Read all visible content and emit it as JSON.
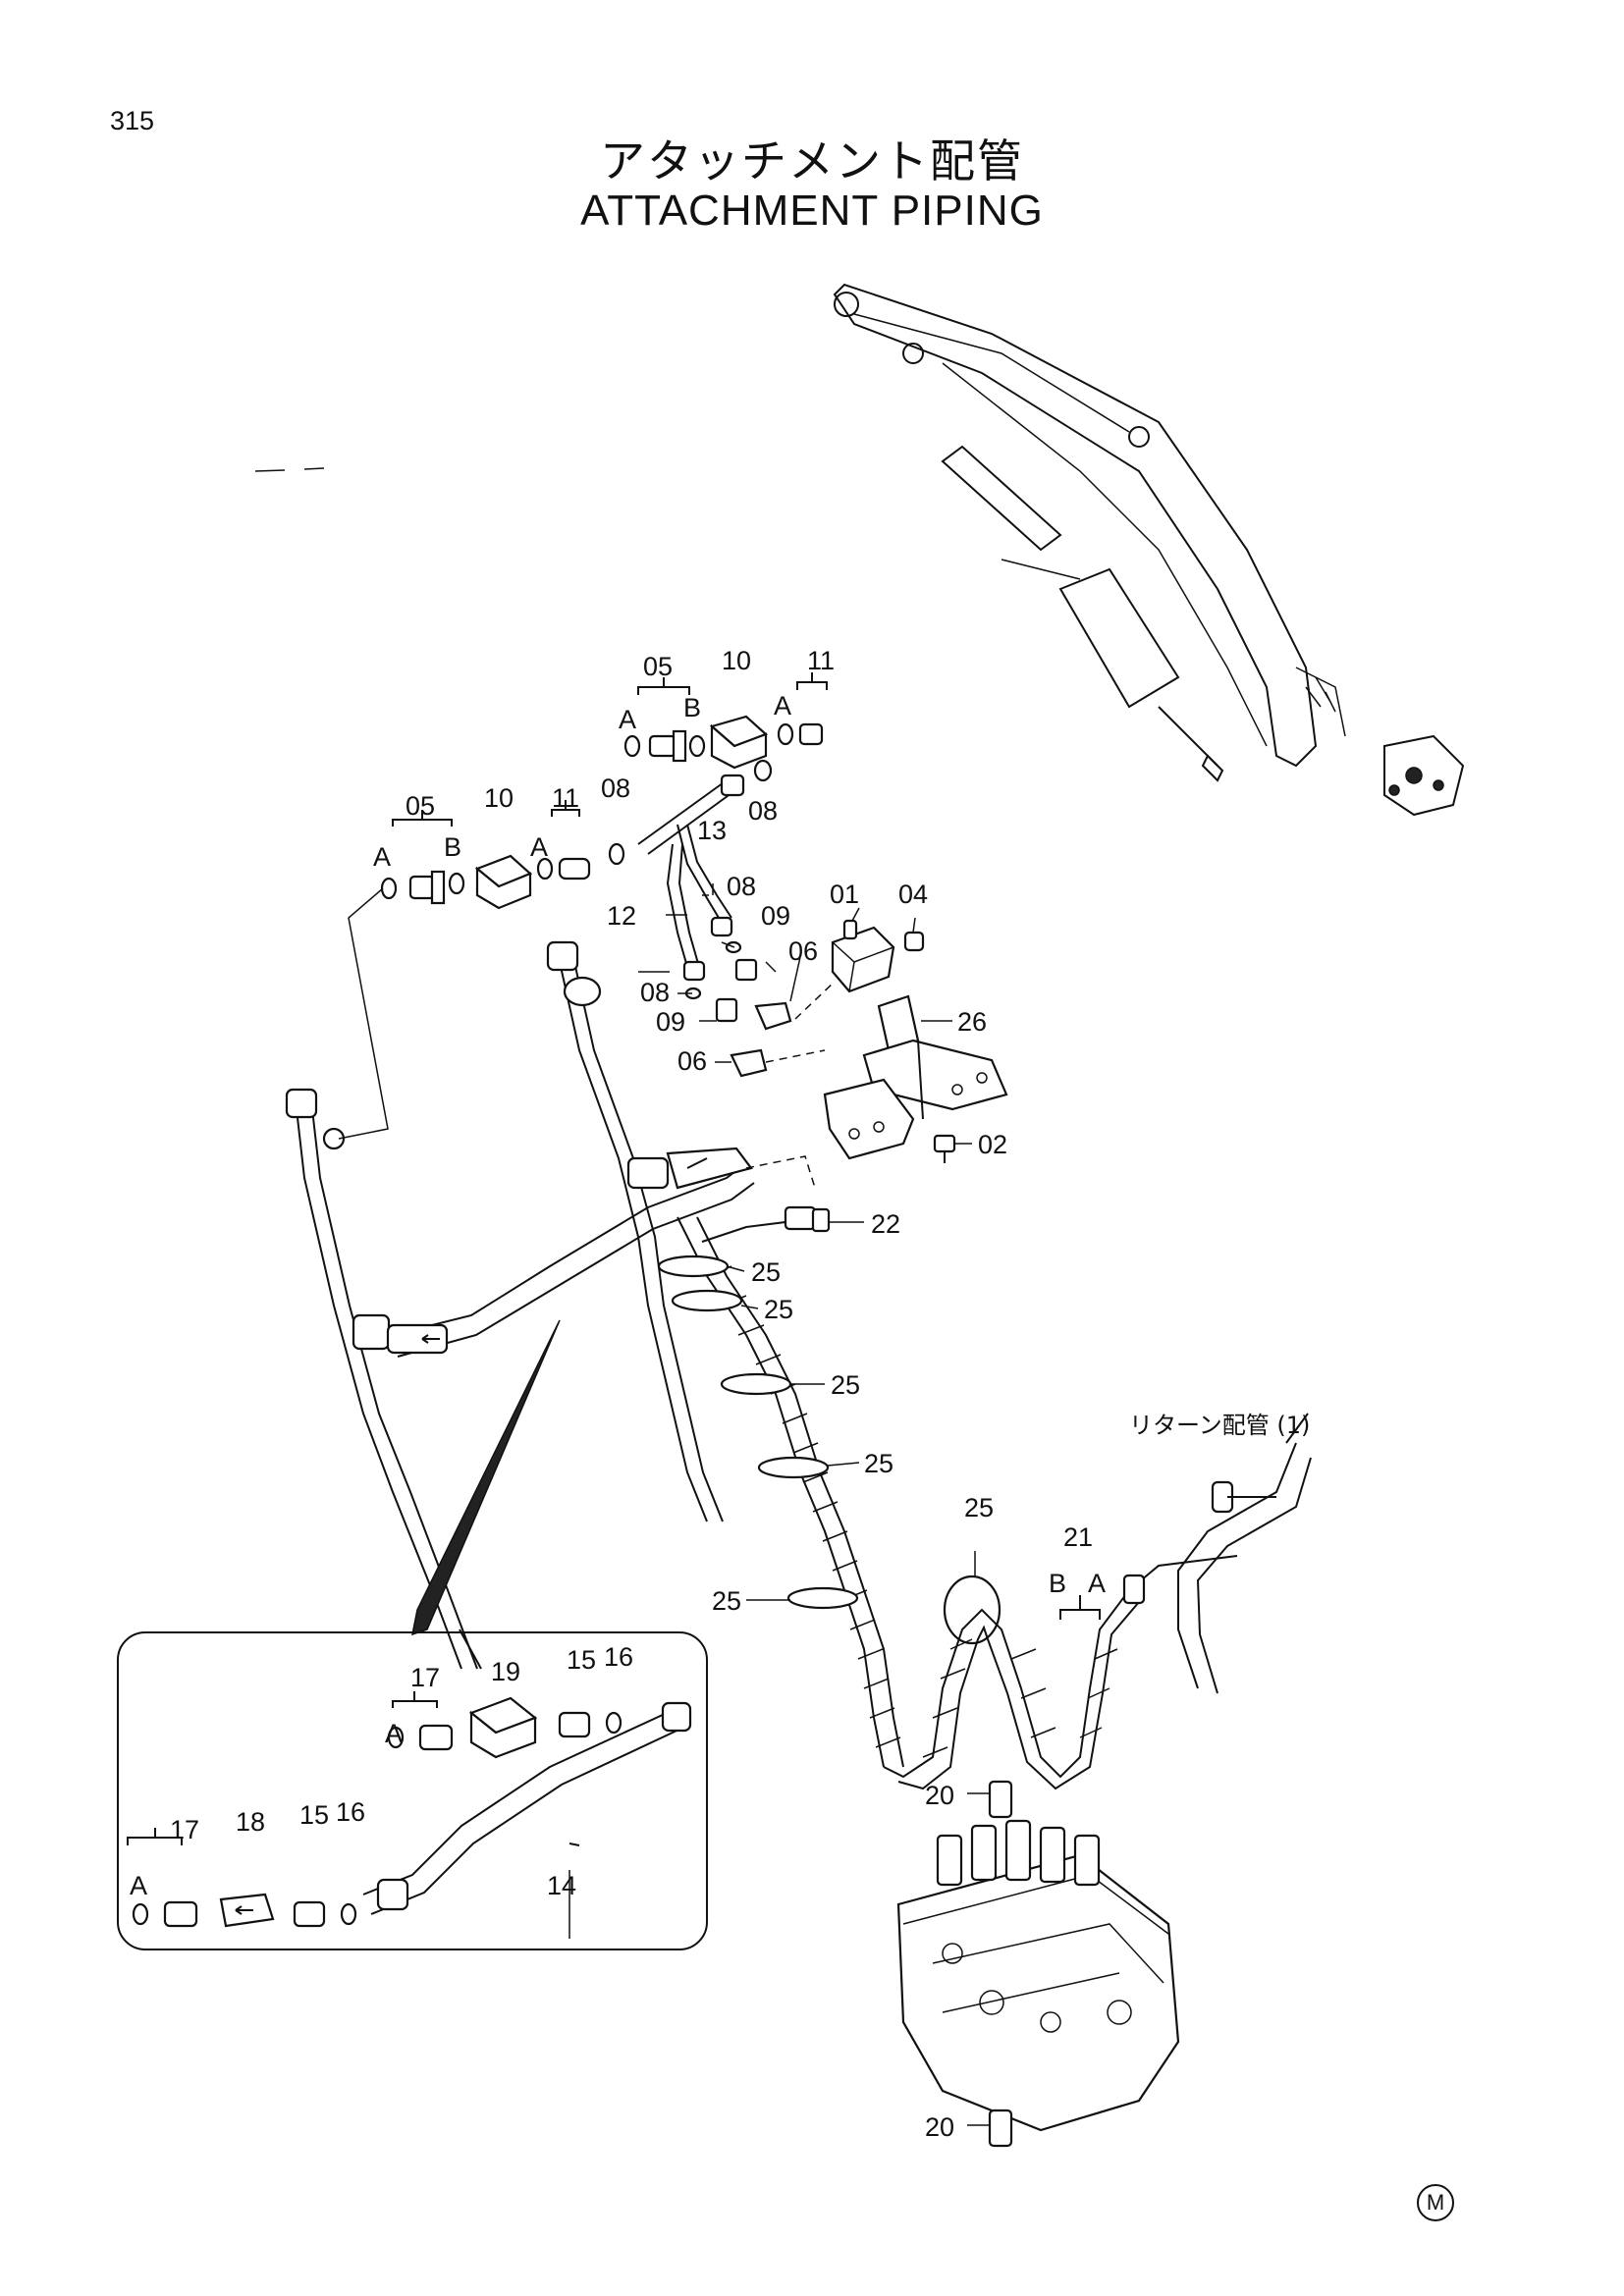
{
  "page_number": "315",
  "title_jp": "アタッチメント配管",
  "title_en": "ATTACHMENT PIPING",
  "return_piping_label": "リターン配管 (1)",
  "mark": "M",
  "callouts": {
    "c01": "01",
    "c02": "02",
    "c04": "04",
    "c05a": "05",
    "c05b": "05",
    "c06a": "06",
    "c06b": "06",
    "c08a": "08",
    "c08b": "08",
    "c08c": "08",
    "c08d": "08",
    "c09a": "09",
    "c09b": "09",
    "c10a": "10",
    "c10b": "10",
    "c11a": "11",
    "c11b": "11",
    "c12": "12",
    "c13": "13",
    "c14": "14",
    "c15a": "15",
    "c15b": "15",
    "c16a": "16",
    "c16b": "16",
    "c17a": "17",
    "c17b": "17",
    "c18": "18",
    "c19": "19",
    "c20a": "20",
    "c20b": "20",
    "c21": "21",
    "c22": "22",
    "c25a": "25",
    "c25b": "25",
    "c25c": "25",
    "c25d": "25",
    "c25e": "25",
    "c25f": "25",
    "c26": "26",
    "a1": "A",
    "a2": "A",
    "a3": "A",
    "a4": "A",
    "a5": "A",
    "a6": "A",
    "a7": "A",
    "b1": "B",
    "b2": "B",
    "b3": "B"
  }
}
